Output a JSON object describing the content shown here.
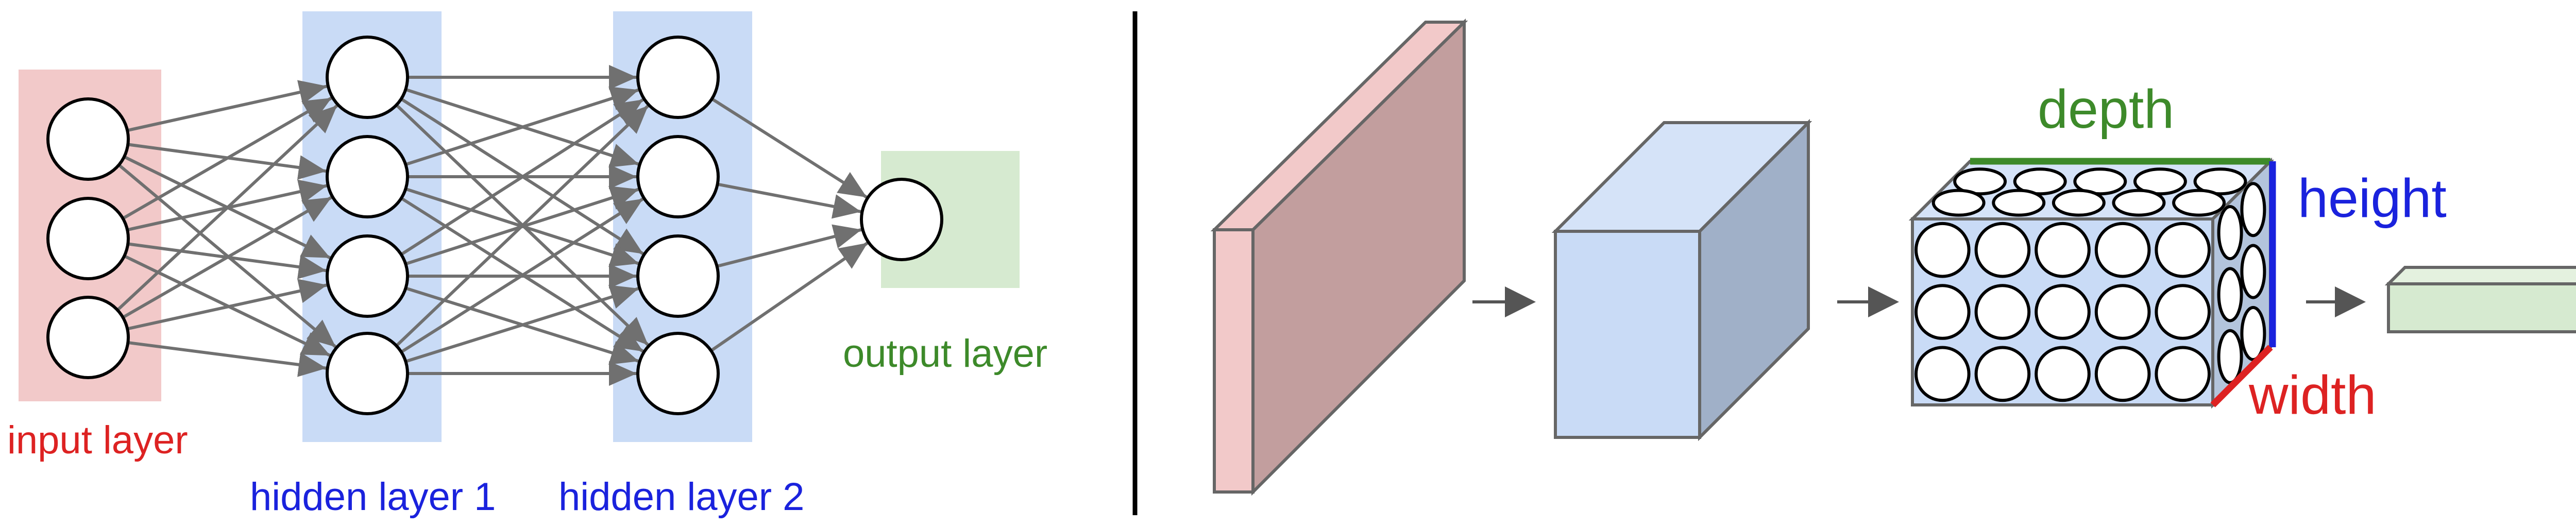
{
  "left_panel": {
    "layers": [
      {
        "label": "input layer",
        "color": "#dd2222",
        "box_fill": "#f2c9c9",
        "neurons": 3
      },
      {
        "label": "hidden layer 1",
        "color": "#1a22dd",
        "box_fill": "#c9dbf6",
        "neurons": 4
      },
      {
        "label": "hidden layer 2",
        "color": "#1a22dd",
        "box_fill": "#c9dbf6",
        "neurons": 4
      },
      {
        "label": "output layer",
        "color": "#3d8a2a",
        "box_fill": "#d6ead0",
        "neurons": 1
      }
    ],
    "edge_color": "#707070"
  },
  "divider_color": "#000000",
  "right_panel": {
    "labels": {
      "depth": "depth",
      "height": "height",
      "width": "width"
    },
    "label_colors": {
      "depth": "#3d8a2a",
      "height": "#1a22dd",
      "width": "#dd2222"
    },
    "input_volume_colors": {
      "front": "#f2c9c9",
      "side": "#c29e9e"
    },
    "conv_volume_colors": {
      "front": "#c9dbf6",
      "side": "#a0b0c8",
      "top": "#d5e3f8"
    },
    "neuron_volume_colors": {
      "front": "#c9dbf6",
      "side": "#b3c4dc",
      "top": "#d5e3f8"
    },
    "output_volume_colors": {
      "front": "#d6ead0",
      "top": "#e4f1df",
      "side": "#bfd4b8"
    },
    "neuron_grid": {
      "rows": 3,
      "cols": 5,
      "depth_cols": 5
    },
    "arrow_color": "#555555"
  }
}
